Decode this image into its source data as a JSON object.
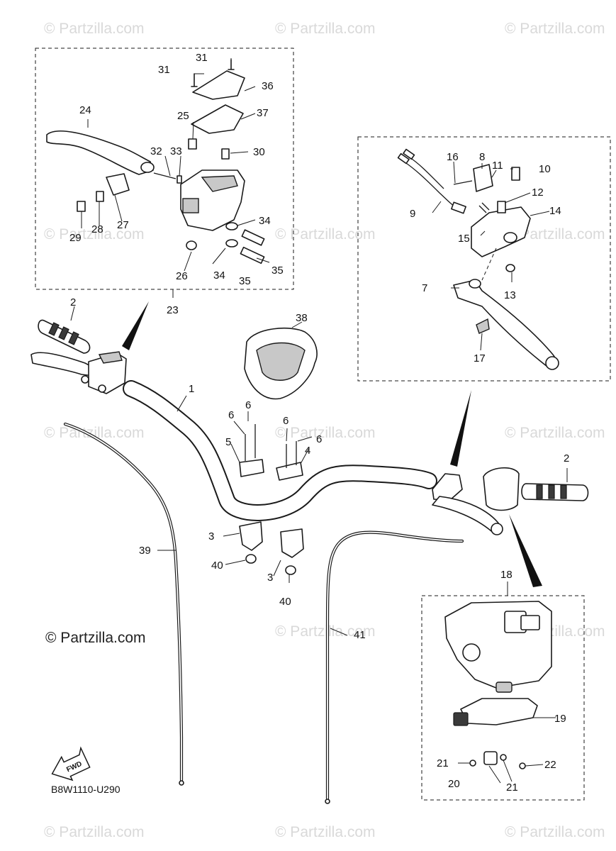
{
  "diagram_code": "B8W1110-U290",
  "watermark": {
    "text": "© Partzilla.com",
    "main_text": "© Partzilla.com"
  },
  "fwd_label": "FWD",
  "callouts": {
    "n1": "1",
    "n2a": "2",
    "n2b": "2",
    "n3a": "3",
    "n3b": "3",
    "n4": "4",
    "n5": "5",
    "n6a": "6",
    "n6b": "6",
    "n6c": "6",
    "n6d": "6",
    "n7": "7",
    "n8": "8",
    "n9": "9",
    "n10": "10",
    "n11": "11",
    "n12": "12",
    "n13": "13",
    "n14": "14",
    "n15": "15",
    "n16": "16",
    "n17": "17",
    "n18": "18",
    "n19": "19",
    "n20": "20",
    "n21a": "21",
    "n21b": "21",
    "n22": "22",
    "n23": "23",
    "n24": "24",
    "n25": "25",
    "n26": "26",
    "n27": "27",
    "n28": "28",
    "n29": "29",
    "n30": "30",
    "n31a": "31",
    "n31b": "31",
    "n32": "32",
    "n33": "33",
    "n34a": "34",
    "n34b": "34",
    "n35a": "35",
    "n35b": "35",
    "n36": "36",
    "n37": "37",
    "n38": "38",
    "n39": "39",
    "n40a": "40",
    "n40b": "40",
    "n41": "41"
  }
}
